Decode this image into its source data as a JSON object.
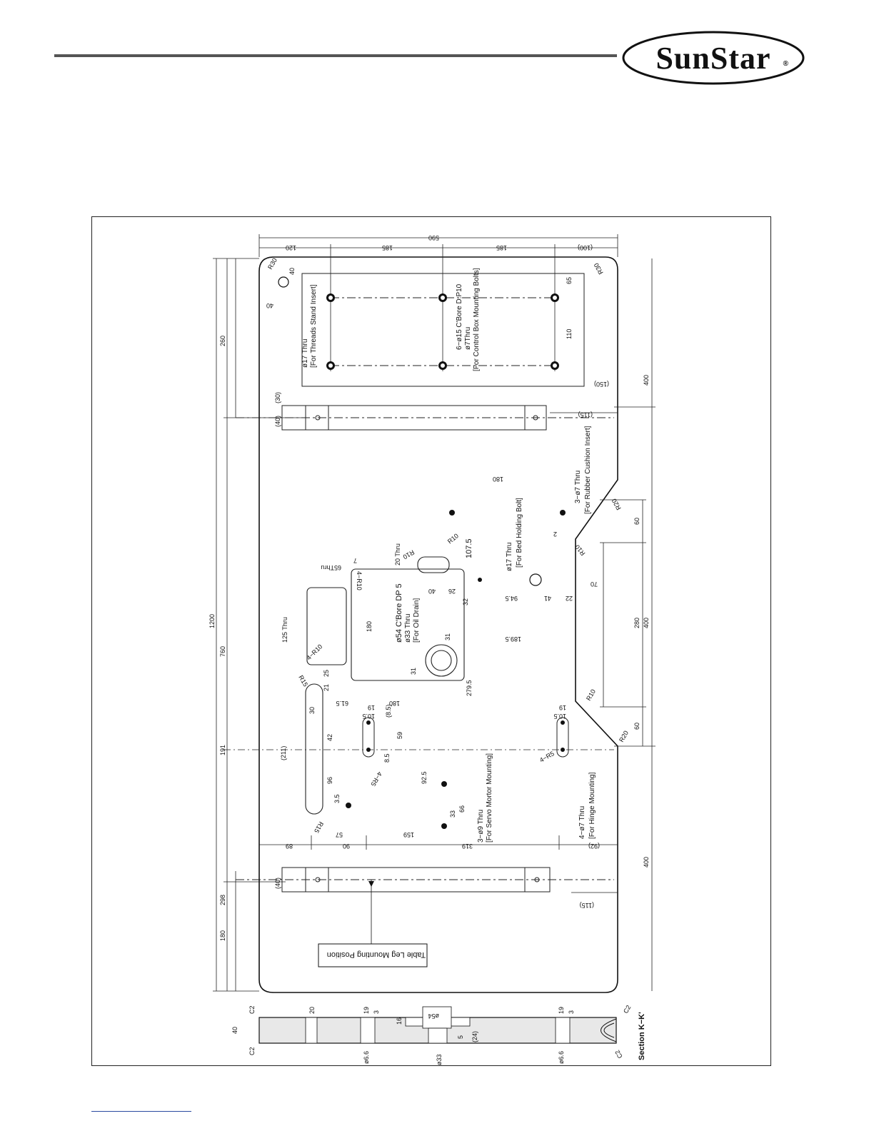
{
  "header": {
    "logo_text": "SunStar",
    "logo_mark": "®"
  },
  "drawing": {
    "dimensions_top": [
      "590",
      "120",
      "185",
      "185",
      "(100)"
    ],
    "dimensions_left": [
      "1200",
      "760",
      "260",
      "191",
      "298",
      "180"
    ],
    "dimensions_right": [
      "400",
      "400",
      "400",
      "280",
      "60",
      "60"
    ],
    "dimensions_bottom": [
      "89",
      "90",
      "57",
      "159",
      "319",
      "(92)"
    ],
    "top_zone": [
      "R30",
      "R30",
      "40",
      "40",
      "65",
      "110",
      "(150)",
      "(115)",
      "(30)",
      "(40)"
    ],
    "labels": {
      "threads_stand": [
        "ø17 Thru",
        "[For Threads Stand Insert]"
      ],
      "control_box": [
        "6−ø15 C'Bore D.P10",
        "ø7Thru",
        "[For Control Box Mounting Bolts]"
      ],
      "rubber_cushion": [
        "3−ø7 Thru",
        "[For Rubber Cushion Insert]"
      ],
      "bed_bolt": [
        "ø17 Thru",
        "[For Bed Holding Bolt]"
      ],
      "oil_drain": [
        "ø54 C'Bore DP 5",
        "ø33 Thru",
        "[For Oil Drain]"
      ],
      "servo_motor": [
        "3−ø9 Thru",
        "[For Servo Mortor Mounting]"
      ],
      "hinge": [
        "4−ø7 Thru",
        "[For Hinge Mounting]"
      ],
      "table_leg": "Table Leg Mounting Position",
      "slot_65": "65Thru",
      "slot_125": "125 Thru",
      "slot_20": "20 Thru",
      "section": "Section K−K'"
    },
    "middle_dims": [
      "180",
      "107.5",
      "2",
      "R20",
      "R10",
      "70",
      "22",
      "41",
      "94.5",
      "40",
      "26",
      "R10",
      "R10",
      "7",
      "4−R10",
      "180",
      "32",
      "189.5",
      "31",
      "31",
      "279.5",
      "25",
      "21",
      "61.5",
      "R15",
      "R15",
      "30",
      "(211)",
      "42",
      "96",
      "3.5",
      "180",
      "(8.5)",
      "19",
      "10.5",
      "59",
      "8.5",
      "4−R5",
      "4−R5",
      "19",
      "10.5",
      "R10",
      "R20",
      "92.5",
      "66",
      "33",
      "4−R10",
      "(40)",
      "(115)"
    ],
    "section_dims": [
      "40",
      "C2",
      "C2",
      "20",
      "19",
      "3",
      "ø6.6",
      "16",
      "ø54",
      "ø33",
      "5",
      "(24)",
      "19",
      "3",
      "ø6.6",
      "C2",
      "C2"
    ]
  }
}
